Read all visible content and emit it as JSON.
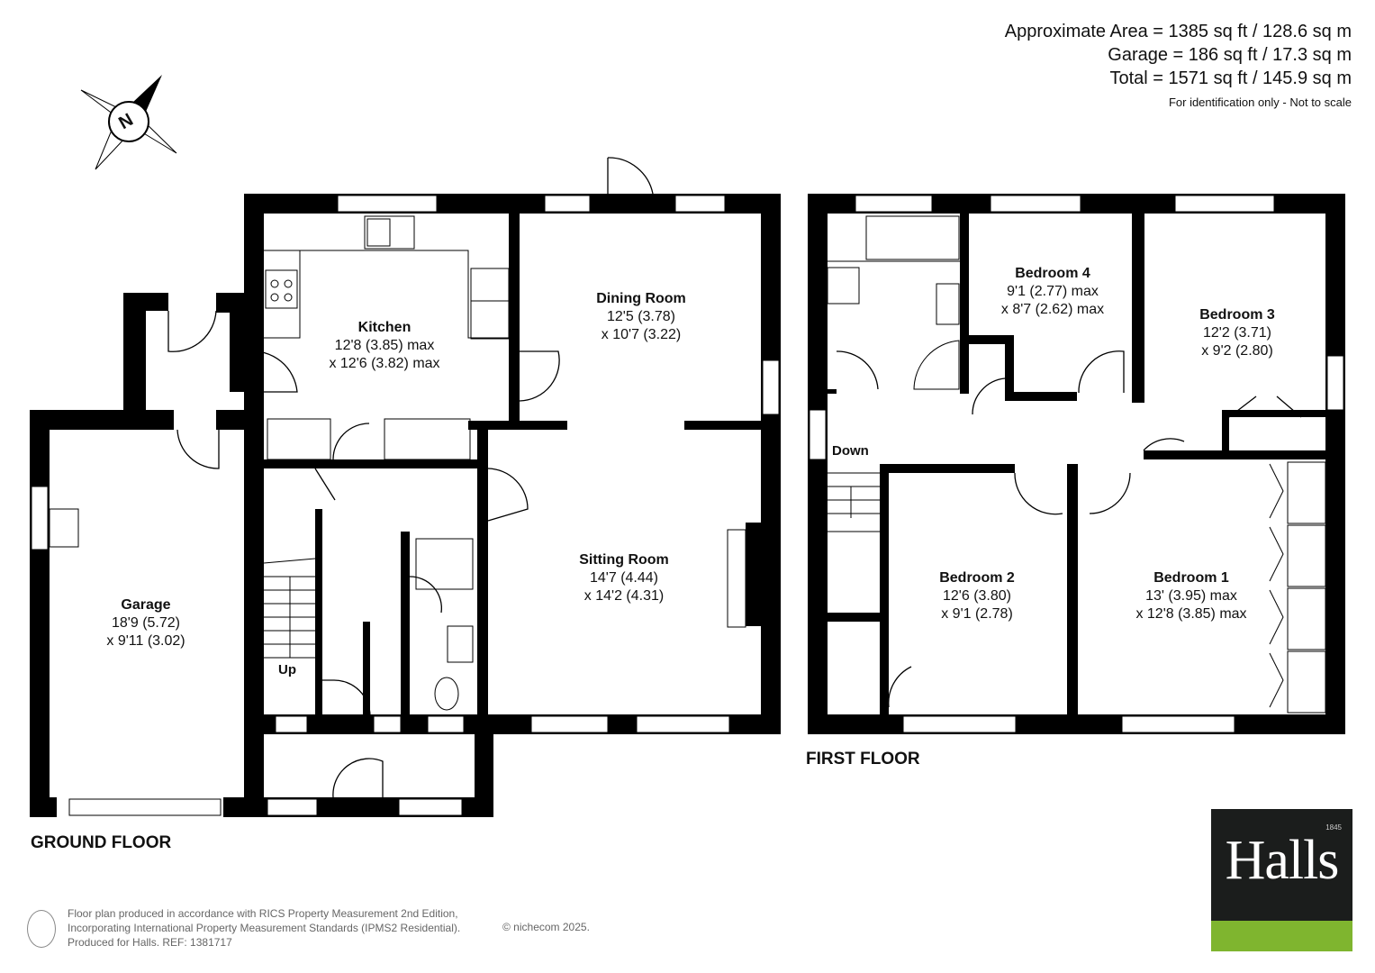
{
  "header": {
    "area_lines": [
      "Approximate Area = 1385 sq ft / 128.6 sq m",
      "Garage = 186 sq ft / 17.3 sq m",
      "Total = 1571 sq ft / 145.9 sq m"
    ],
    "note": "For identification only - Not to scale"
  },
  "compass": {
    "label": "N"
  },
  "ground_floor": {
    "label": "GROUND FLOOR",
    "rooms": [
      {
        "name": "Garage",
        "dim1": "18'9 (5.72)",
        "dim2": "x 9'11 (3.02)"
      },
      {
        "name": "Kitchen",
        "dim1": "12'8 (3.85) max",
        "dim2": "x 12'6 (3.82) max"
      },
      {
        "name": "Dining Room",
        "dim1": "12'5 (3.78)",
        "dim2": "x 10'7 (3.22)"
      },
      {
        "name": "Sitting Room",
        "dim1": "14'7 (4.44)",
        "dim2": "x 14'2 (4.31)"
      }
    ],
    "stairs_label": "Up"
  },
  "first_floor": {
    "label": "FIRST FLOOR",
    "rooms": [
      {
        "name": "Bedroom 4",
        "dim1": "9'1 (2.77) max",
        "dim2": "x 8'7 (2.62) max"
      },
      {
        "name": "Bedroom 3",
        "dim1": "12'2 (3.71)",
        "dim2": "x 9'2 (2.80)"
      },
      {
        "name": "Bedroom 2",
        "dim1": "12'6 (3.80)",
        "dim2": "x 9'1 (2.78)"
      },
      {
        "name": "Bedroom 1",
        "dim1": "13' (3.95) max",
        "dim2": "x 12'8 (3.85) max"
      }
    ],
    "stairs_label": "Down"
  },
  "footer": {
    "lines": [
      "Floor plan produced in accordance with RICS Property Measurement 2nd Edition,",
      "Incorporating International Property Measurement Standards (IPMS2 Residential).",
      "Produced for Halls.   REF: 1381717"
    ],
    "copyright": "© nichecom 2025."
  },
  "logo": {
    "name": "Halls",
    "year": "1845",
    "accent_color": "#7fb52f",
    "bg_color": "#1b1d1c"
  }
}
